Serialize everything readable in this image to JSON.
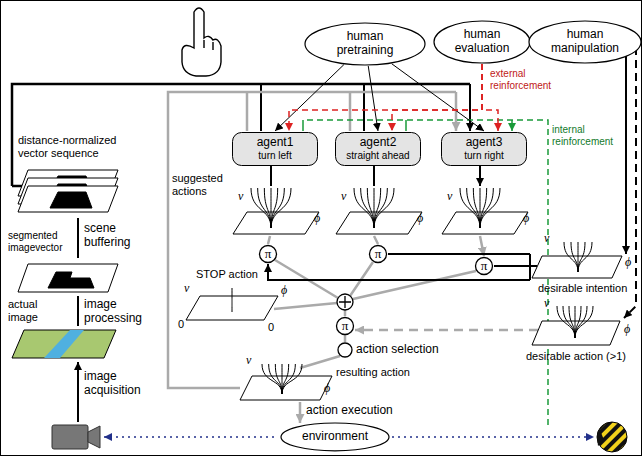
{
  "diagram": {
    "nodes": [
      {
        "text": [
          "human pretraining"
        ]
      },
      {
        "text": [
          "human evaluation"
        ]
      },
      {
        "text": [
          "human manipulation"
        ]
      },
      {
        "text": [
          "agent1",
          "turn left"
        ]
      },
      {
        "text": [
          "agent2",
          "straight ahead"
        ]
      },
      {
        "text": [
          "agent3",
          "turn right"
        ]
      },
      {
        "text": [
          "π"
        ]
      },
      {
        "text": [
          "π"
        ]
      },
      {
        "text": [
          "π"
        ]
      },
      {
        "text": [
          "π"
        ]
      },
      {
        "text": [
          "environment"
        ]
      }
    ],
    "edges": [
      {
        "from": 0,
        "to": 3,
        "arrow": "to"
      },
      {
        "from": 0,
        "to": 4,
        "arrow": "to"
      },
      {
        "from": 0,
        "to": 5,
        "arrow": "to"
      },
      {
        "from": 1,
        "to": 3,
        "arrow": "to"
      },
      {
        "from": 1,
        "to": 4,
        "arrow": "to"
      },
      {
        "from": 1,
        "to": 5,
        "arrow": "to"
      }
    ],
    "labels": [
      "external reinforcement",
      "internal reinforcement",
      "distance-normalized vector sequence",
      "scene buffering",
      "segmented imagevector",
      "image processing",
      "actual image",
      "image acquisition",
      "suggested actions",
      "STOP action",
      "desirable intention",
      "desirable action (>1)",
      "action selection",
      "resulting action",
      "action execution",
      "v",
      "ϕ",
      "v",
      "ϕ",
      "v",
      "ϕ",
      "v",
      "ϕ",
      "0",
      "0",
      "v",
      "ϕ",
      "v",
      "ϕ",
      "v",
      "ϕ"
    ]
  }
}
